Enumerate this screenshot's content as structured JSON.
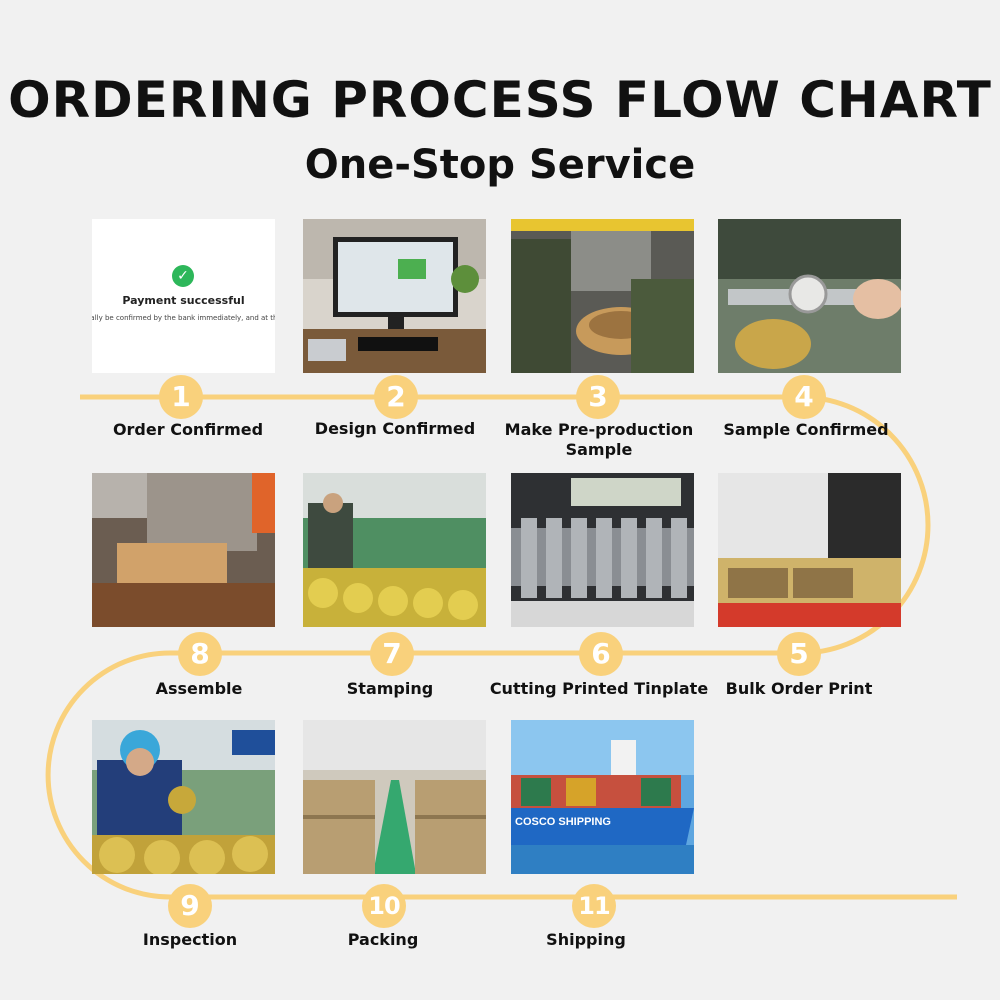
{
  "header": {
    "title": "ORDERING PROCESS FLOW CHART",
    "subtitle": "One-Stop Service"
  },
  "colors": {
    "accent": "#f9d17c",
    "background": "#f1f1f1",
    "text": "#111111"
  },
  "steps": [
    {
      "number": "1",
      "label": "Order Confirmed"
    },
    {
      "number": "2",
      "label": "Design Confirmed"
    },
    {
      "number": "3",
      "label": "Make Pre-production Sample"
    },
    {
      "number": "4",
      "label": "Sample Confirmed"
    },
    {
      "number": "5",
      "label": "Bulk Order Print"
    },
    {
      "number": "6",
      "label": "Cutting Printed Tinplate"
    },
    {
      "number": "7",
      "label": "Stamping"
    },
    {
      "number": "8",
      "label": "Assemble"
    },
    {
      "number": "9",
      "label": "Inspection"
    },
    {
      "number": "10",
      "label": "Packing"
    },
    {
      "number": "11",
      "label": "Shipping"
    }
  ],
  "photo_text": {
    "payment_title": "Payment successful",
    "payment_sub": "ually be confirmed by the bank immediately, and at the la",
    "ship_brand": "COSCO SHIPPING"
  }
}
